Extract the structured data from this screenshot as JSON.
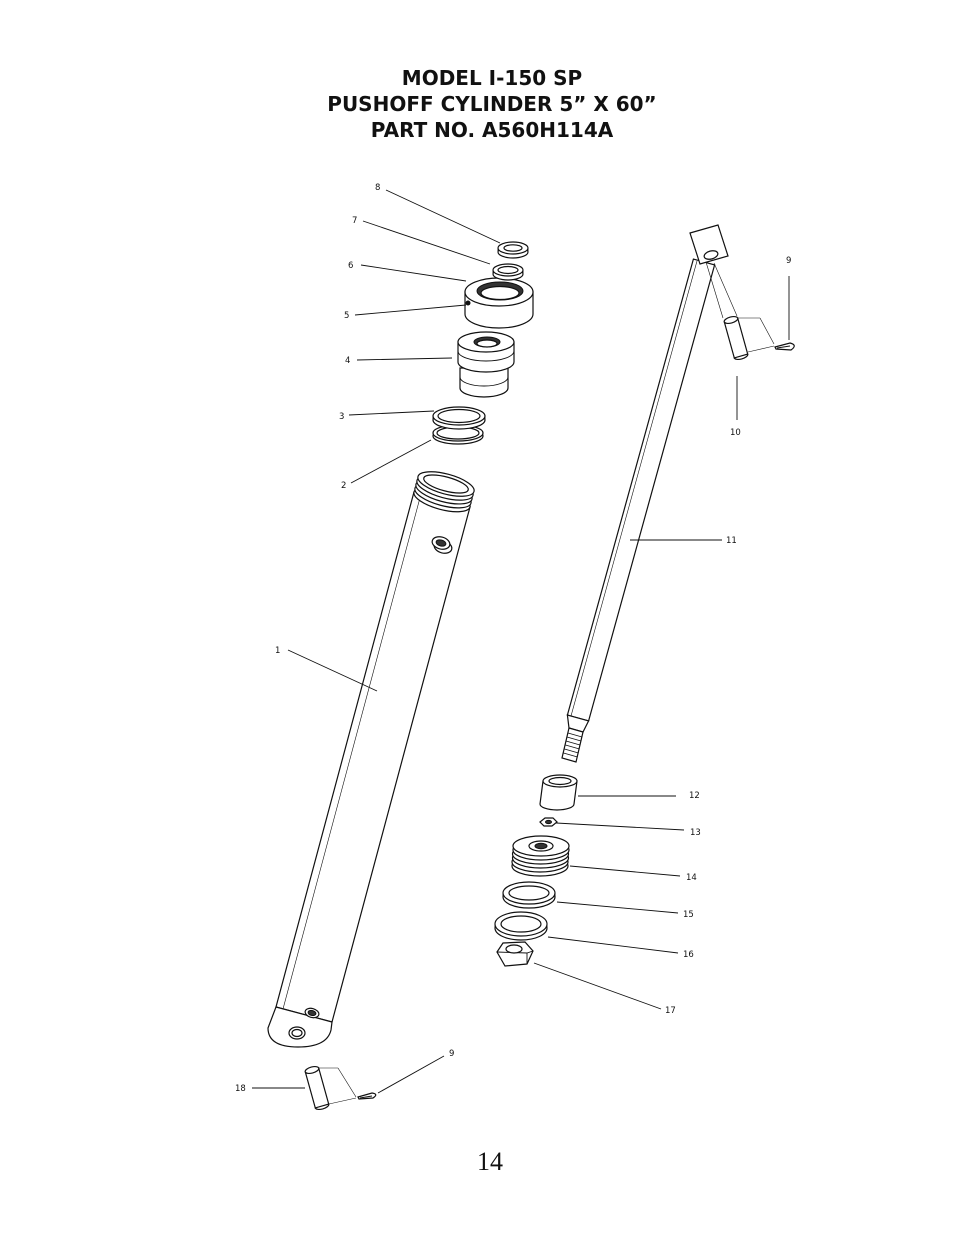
{
  "title": {
    "line1": "MODEL I-150 SP",
    "line2": "PUSHOFF CYLINDER 5” X 60”",
    "line3": "PART NO. A560H114A"
  },
  "callouts": [
    "8",
    "7",
    "6",
    "5",
    "4",
    "3",
    "2",
    "1",
    "9",
    "10",
    "11",
    "12",
    "13",
    "14",
    "15",
    "16",
    "17",
    "9",
    "18"
  ],
  "page_number": "14"
}
